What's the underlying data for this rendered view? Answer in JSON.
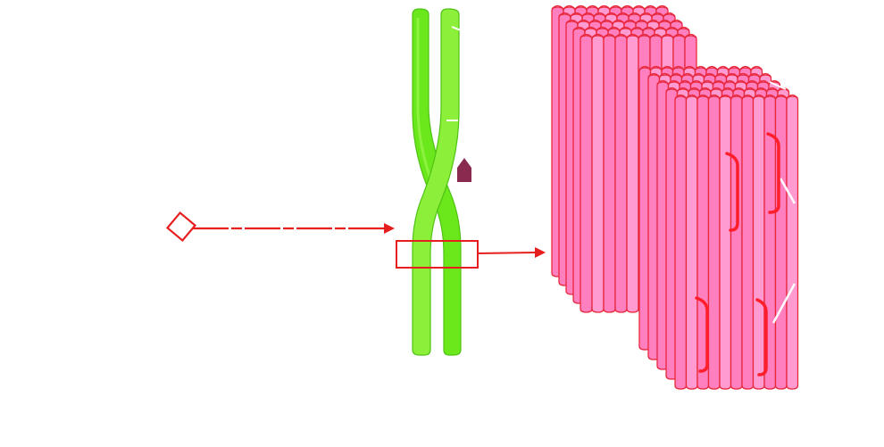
{
  "diagram": {
    "description_visible_text": "",
    "colors": {
      "chromatid_dark": "#66e61a",
      "chromatid_light": "#8ef23a",
      "chromatid_edge": "#4fc214",
      "fiber_fill": "#ff7fbf",
      "fiber_stroke": "#e8283c",
      "fiber_light": "#ff9bd0",
      "arrow": "#e61e1e",
      "marker": "#8b2a4f",
      "bracket": "#ff1e2a"
    },
    "elements": [
      "diamond-marker",
      "pointer-arrow",
      "chromosome",
      "zoom-box",
      "zoom-arrow",
      "fiber-bundle-back",
      "fiber-bundle-front"
    ]
  }
}
